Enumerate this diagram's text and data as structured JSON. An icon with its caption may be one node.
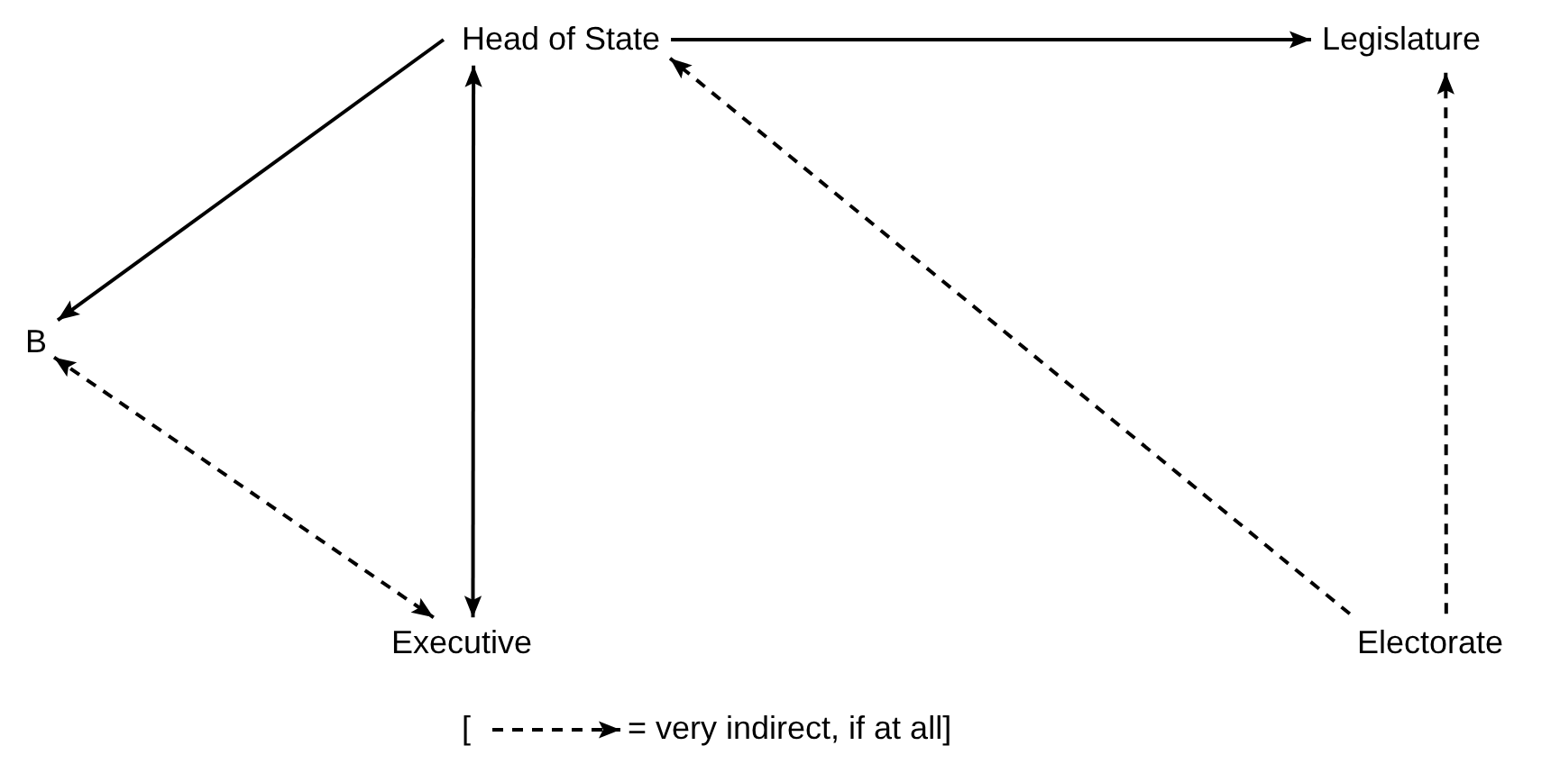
{
  "diagram": {
    "nodes": [
      {
        "text": [
          "Head of State"
        ]
      },
      {
        "text": [
          "Legislature"
        ]
      },
      {
        "text": [
          "B"
        ]
      },
      {
        "text": [
          "Executive"
        ]
      },
      {
        "text": [
          "Electorate"
        ]
      }
    ],
    "edges": [
      {
        "from": 0,
        "to": 1,
        "arrow": "to"
      },
      {
        "from": 0,
        "to": 2,
        "arrow": "to"
      },
      {
        "from": 0,
        "to": 3,
        "arrow": "both"
      },
      {
        "from": 2,
        "to": 3,
        "arrow": "both",
        "style": "dashed"
      },
      {
        "from": 4,
        "to": 0,
        "arrow": "to",
        "style": "dashed"
      },
      {
        "from": 4,
        "to": 1,
        "arrow": "to",
        "style": "dashed"
      }
    ],
    "labels": [
      "["
    ],
    "legend": [
      {
        "text": "= very indirect, if at all]"
      }
    ]
  }
}
